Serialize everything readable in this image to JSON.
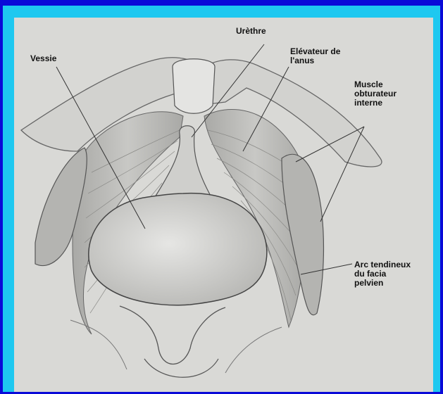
{
  "colors": {
    "outer_background": "#0a0ad8",
    "frame_border": "#1ec8f0",
    "plate_background": "#d9d9d6",
    "ink": "#555555"
  },
  "labels": {
    "urethre": "Urèthre",
    "vessie": "Vessie",
    "elevateur": "Elévateur de\nl'anus",
    "obturateur": "Muscle\nobturateur\ninterne",
    "arc": "Arc tendineux\ndu facia\npelvien"
  }
}
